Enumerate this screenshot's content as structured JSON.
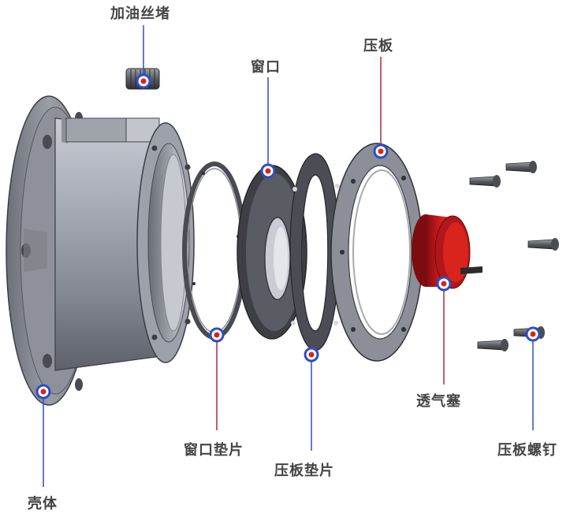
{
  "labels": {
    "oil_plug": "加油丝堵",
    "window": "窗口",
    "pressure_plate": "压板",
    "breather_plug": "透气塞",
    "plate_screw": "压板螺钉",
    "pressure_plate_gasket": "压板垫片",
    "window_gasket": "窗口垫片",
    "housing": "壳体"
  },
  "colors": {
    "leader_blue": "#2b4fc4",
    "leader_red": "#b02a3a",
    "marker_red": "#d8241c",
    "metal_dark": "#4a4b52",
    "metal_light": "#b9bcc4",
    "breather_red": "#c0171b"
  }
}
